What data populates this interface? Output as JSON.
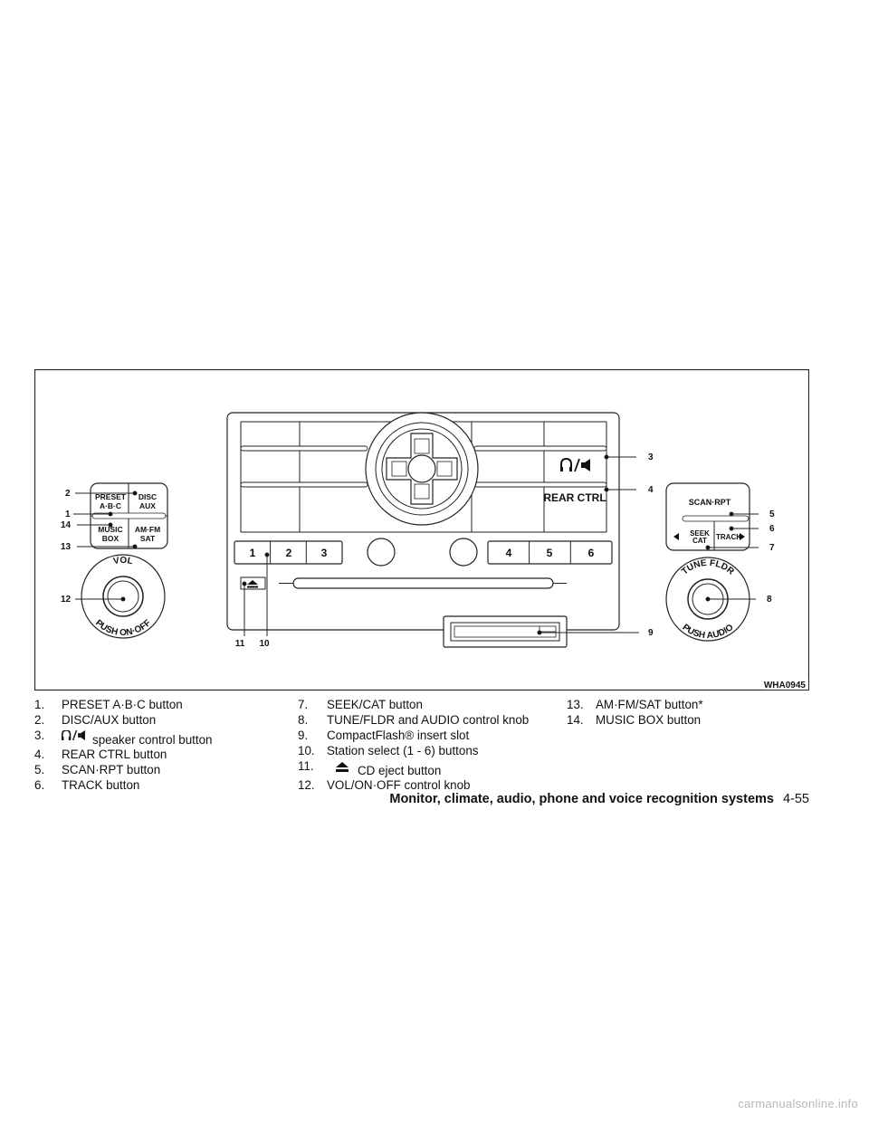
{
  "figure": {
    "code": "WHA0945",
    "left_panel": {
      "preset_line1": "PRESET",
      "preset_line2": "A·B·C",
      "disc_line1": "DISC",
      "disc_line2": "AUX",
      "music_line1": "MUSIC",
      "music_line2": "BOX",
      "amfm_line1": "AM·FM",
      "amfm_line2": "SAT",
      "vol_label": "VOL",
      "push_on_off_label": "PUSH ON·OFF"
    },
    "center_panel": {
      "rear_ctrl_label": "REAR CTRL",
      "preset_buttons": [
        "1",
        "2",
        "3",
        "4",
        "5",
        "6"
      ]
    },
    "right_panel": {
      "scan_rpt_label": "SCAN·RPT",
      "seek_line1": "SEEK",
      "seek_line2": "CAT",
      "track_label": "TRACK",
      "tune_fldr_label": "TUNE FLDR",
      "push_audio_label": "PUSH AUDIO"
    },
    "callouts": [
      "1",
      "2",
      "3",
      "4",
      "5",
      "6",
      "7",
      "8",
      "9",
      "10",
      "11",
      "12",
      "13",
      "14"
    ]
  },
  "legend": {
    "col1": [
      {
        "num": "1.",
        "text": "PRESET A·B·C button"
      },
      {
        "num": "2.",
        "text": "DISC/AUX button"
      },
      {
        "num": "3.",
        "text": "speaker control button",
        "icon": "headphone-speaker-icon"
      },
      {
        "num": "4.",
        "text": "REAR CTRL button"
      },
      {
        "num": "5.",
        "text": "SCAN·RPT button"
      },
      {
        "num": "6.",
        "text": "TRACK button"
      }
    ],
    "col2": [
      {
        "num": "7.",
        "text": "SEEK/CAT button"
      },
      {
        "num": "8.",
        "text": "TUNE/FLDR and AUDIO control knob"
      },
      {
        "num": "9.",
        "text": "CompactFlash® insert slot"
      },
      {
        "num": "10.",
        "text": "Station select (1 - 6) buttons"
      },
      {
        "num": "11.",
        "text": "CD eject button",
        "icon": "eject-icon"
      },
      {
        "num": "12.",
        "text": "VOL/ON·OFF control knob"
      }
    ],
    "col3": [
      {
        "num": "13.",
        "text": "AM·FM/SAT button*"
      },
      {
        "num": "14.",
        "text": "MUSIC BOX button"
      }
    ]
  },
  "footer": {
    "section": "Monitor, climate, audio, phone and voice recognition systems",
    "page": "4-55"
  },
  "watermark": "carmanualsonline.info"
}
